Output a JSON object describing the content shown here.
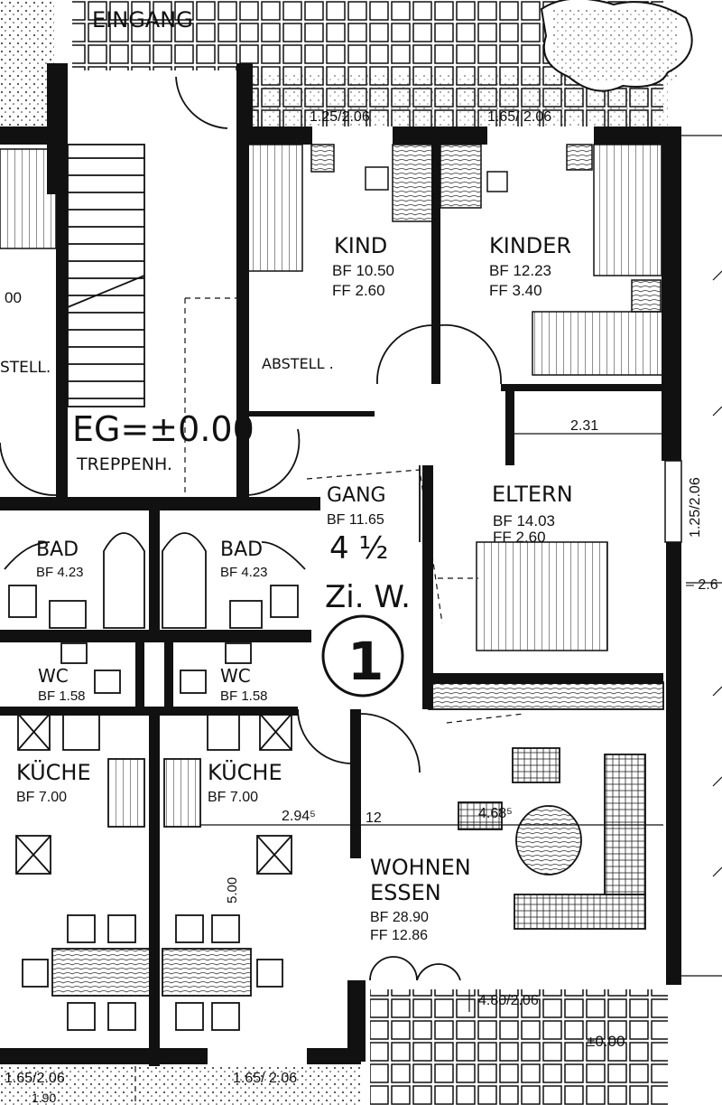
{
  "labels": {
    "entrance": "EINGANG",
    "stair_level": "EG=±0.00",
    "stair_name": "TREPPENH.",
    "storage_left": "STELL.",
    "storage": "ABSTELL .",
    "dim_00": "00",
    "dim_top_left": "1.25/2.06",
    "dim_top_right": "1.65/ 2.06",
    "kind_name": "KIND",
    "kind_bf": "BF 10.50",
    "kind_ff": "FF  2.60",
    "kinder_name": "KINDER",
    "kinder_bf": "BF 12.23",
    "kinder_ff": "FF  3.40",
    "dim_231": "2.31",
    "dim_side_window": "1.25/2.06",
    "dim_side_26": "– 2.6",
    "gang_name": "GANG",
    "gang_bf": "BF 11.65",
    "apartment_type_1": "4 ½",
    "apartment_type_2": "Zi. W.",
    "apartment_no": "1",
    "eltern_name": "ELTERN",
    "eltern_bf": "BF 14.03",
    "eltern_ff": "FF  2.60",
    "bad_left_name": "BAD",
    "bad_left_bf": "BF 4.23",
    "bad_right_name": "BAD",
    "bad_right_bf": "BF 4.23",
    "wc_left_name": "WC",
    "wc_left_bf": "BF 1.58",
    "wc_right_name": "WC",
    "wc_right_bf": "BF 1.58",
    "kueche_left_name": "KÜCHE",
    "kueche_left_bf": "BF 7.00",
    "kueche_right_name": "KÜCHE",
    "kueche_right_bf": "BF 7.00",
    "dim_294": "2.94⁵",
    "dim_12": "12",
    "dim_468": "4.68⁵",
    "dim_500": "5.00",
    "wohnen_name_1": "WOHNEN",
    "wohnen_name_2": "ESSEN",
    "wohnen_bf": "BF 28.90",
    "wohnen_ff": "FF 12.86",
    "dim_terrace": "4.80/2.06",
    "terrace_level": "±0.00",
    "dim_bottom_left": "1.65/2.06",
    "dim_bottom_190": "1.90",
    "dim_bottom_mid": "1.65/ 2.06"
  },
  "colors": {
    "ink": "#111111",
    "paper": "#ffffff",
    "hatch": "#555555"
  }
}
